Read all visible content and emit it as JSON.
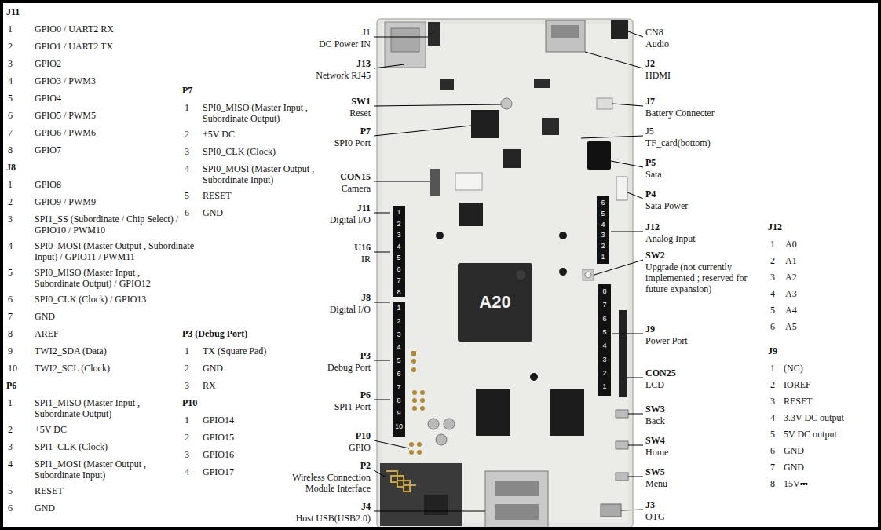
{
  "diagram": {
    "labels": [
      "J11",
      "1",
      "GPIO0 / UART2 RX",
      "2",
      "GPIO1 / UART2 TX",
      "3",
      "GPIO2",
      "4",
      "GPIO3 / PWM3",
      "5",
      "GPIO4",
      "6",
      "GPIO5 / PWM5",
      "7",
      "GPIO6 / PWM6",
      "8",
      "GPIO7",
      "J8",
      "1",
      "GPIO8",
      "2",
      "GPIO9 / PWM9",
      "3",
      "SPI1_SS (Subordinate / Chip Select) / GPIO10 / PWM10",
      "4",
      "SPI0_MOSI (Master Output , Subordinate Input) / GPIO11 / PWM11",
      "5",
      "SPI0_MISO (Master Input , Subordinate Output) / GPIO12",
      "6",
      "SPI0_CLK (Clock) / GPIO13",
      "7",
      "GND",
      "8",
      "AREF",
      "9",
      "TWI2_SDA (Data)",
      "10",
      "TWI2_SCL (Clock)",
      "P6",
      "1",
      "SPI1_MISO (Master Input , Subordinate Output)",
      "2",
      "+5V DC",
      "3",
      "SPI1_CLK (Clock)",
      "4",
      "SPI1_MOSI (Master Output , Subordinate Input)",
      "5",
      "RESET",
      "6",
      "GND",
      "P7",
      "1",
      "SPI0_MISO (Master Input , Subordinate Output)",
      "2",
      "+5V DC",
      "3",
      "SPI0_CLK (Clock)",
      "4",
      "SPI0_MOSI (Master Output , Subordinate Input)",
      "5",
      "RESET",
      "6",
      "GND",
      "P3 (Debug Port)",
      "1",
      "TX (Square Pad)",
      "2",
      "GND",
      "3",
      "RX",
      "P10",
      "1",
      "GPIO14",
      "2",
      "GPIO15",
      "3",
      "GPIO16",
      "4",
      "GPIO17",
      "J1",
      "DC Power IN",
      "J13",
      "Network RJ45",
      "SW1",
      "Reset",
      "P7",
      "SPI0 Port",
      "CON15",
      "Camera",
      "J11",
      "Digital I/O",
      "U16",
      "IR",
      "J8",
      "Digital I/O",
      "P3",
      "Debug Port",
      "P6",
      "SPI1 Port",
      "P10",
      "GPIO",
      "P2",
      "Wireless Connection Module Interface",
      "J4",
      "Host USB(USB2.0)",
      "CN8",
      "Audio",
      "J2",
      "HDMI",
      "J7",
      "Battery Connecter",
      "J5",
      "TF_card(bottom)",
      "P5",
      "Sata",
      "P4",
      "Sata Power",
      "J12",
      "Analog Input",
      "SW2",
      "Upgrade (not currently implemented ; reserved for future expansion)",
      "J9",
      "Power Port",
      "CON25",
      "LCD",
      "SW3",
      "Back",
      "SW4",
      "Home",
      "SW5",
      "Menu",
      "J3",
      "OTG",
      "J12",
      "1",
      "A0",
      "2",
      "A1",
      "3",
      "A2",
      "4",
      "A3",
      "5",
      "A4",
      "6",
      "A5",
      "J9",
      "1",
      "(NC)",
      "2",
      "IOREF",
      "3",
      "RESET",
      "4",
      "3.3V DC output",
      "5",
      "5V DC output",
      "6",
      "GND",
      "7",
      "GND",
      "8",
      "15V⎓",
      "A20",
      "1",
      "2",
      "3",
      "4",
      "5",
      "6",
      "7",
      "8",
      "1",
      "2",
      "3",
      "4",
      "5",
      "6",
      "7",
      "8",
      "9",
      "10",
      "6",
      "5",
      "4",
      "3",
      "2",
      "1",
      "8",
      "7",
      "6",
      "5",
      "4",
      "3",
      "2",
      "1"
    ]
  }
}
